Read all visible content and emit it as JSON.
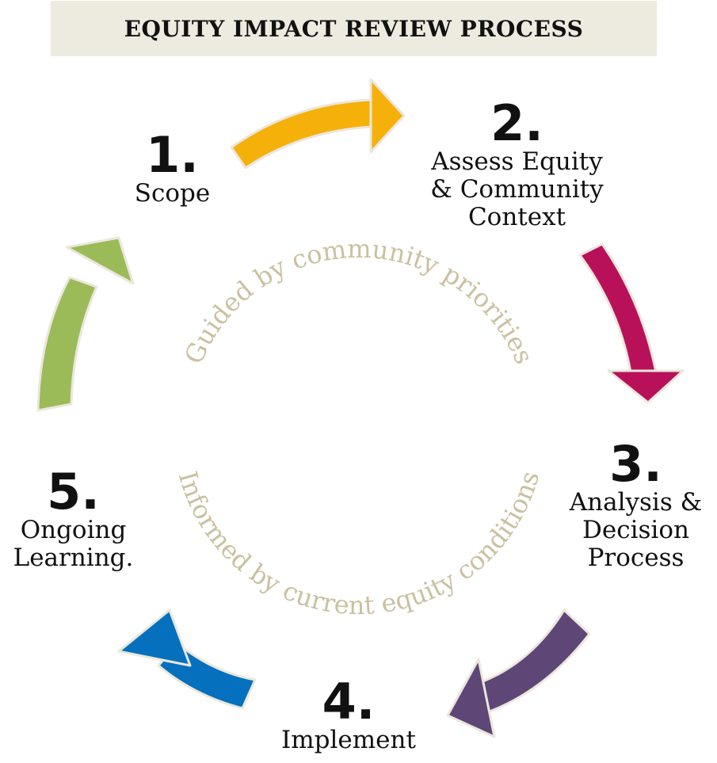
{
  "title": "EQUITY IMPACT REVIEW PROCESS",
  "steps": [
    {
      "number": "1.",
      "label": "Scope"
    },
    {
      "number": "2.",
      "label": "Assess Equity\n& Community\nContext"
    },
    {
      "number": "3.",
      "label": "Analysis &\nDecision\nProcess"
    },
    {
      "number": "4.",
      "label": "Implement"
    },
    {
      "number": "5.",
      "label": "Ongoing\nLearning."
    }
  ],
  "center_text": {
    "top": "Guided by community priorities",
    "bottom": "Informed by current equity conditions"
  },
  "colors": {
    "arrow_1_to_2": "#f5b00a",
    "arrow_2_to_3": "#b8115a",
    "arrow_3_to_4": "#5e4677",
    "arrow_4_to_5": "#0570bd",
    "arrow_5_to_1": "#9bbb59",
    "center_text": "#c9c1a0",
    "title_bg": "#edeae0"
  }
}
